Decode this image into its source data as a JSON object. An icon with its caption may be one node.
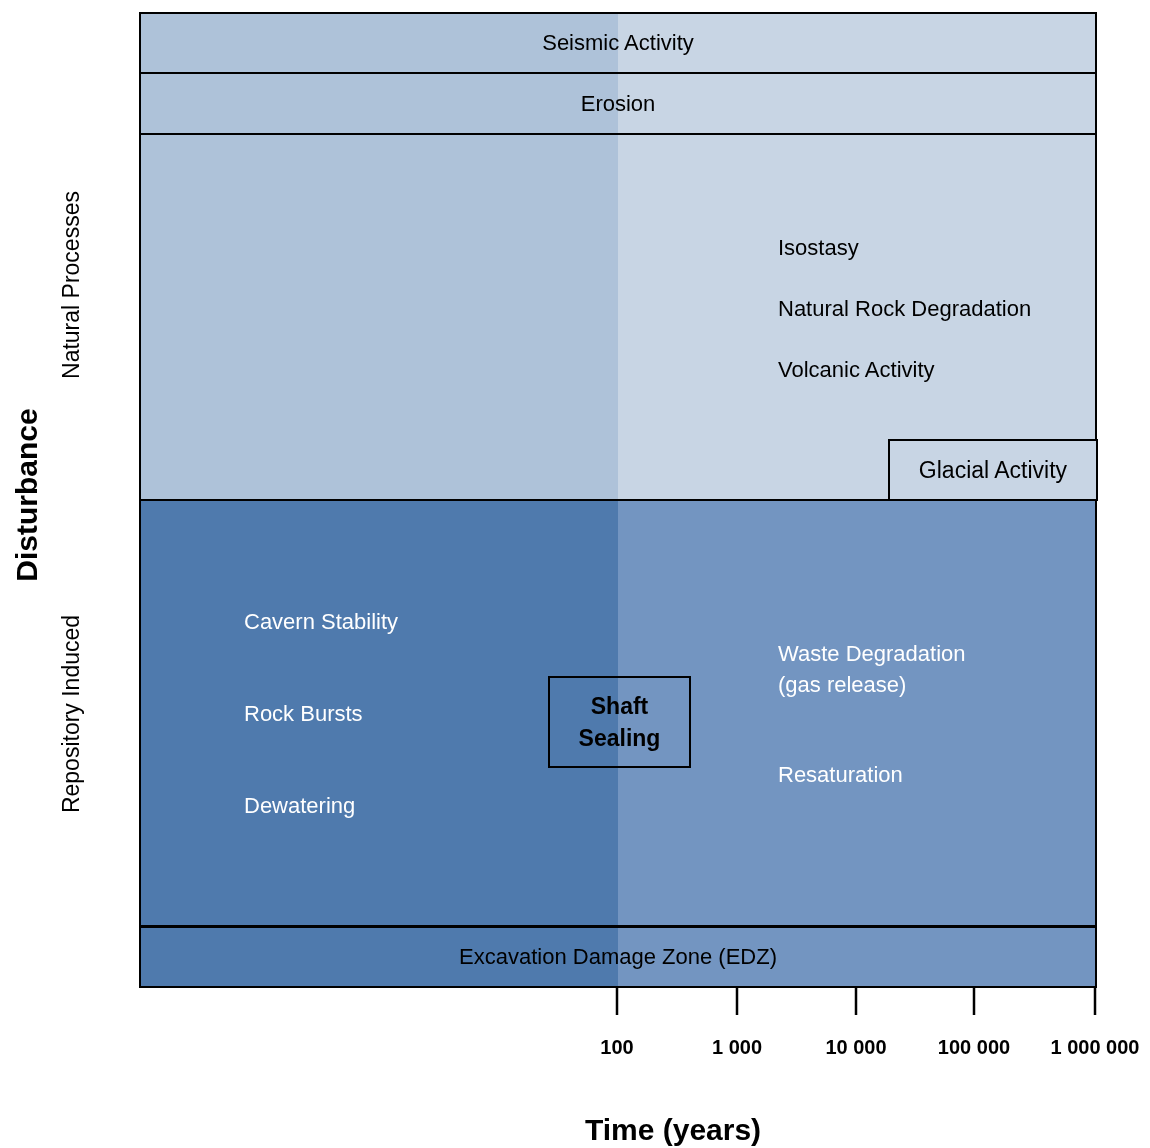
{
  "diagram": {
    "nodes": [
      {
        "text": [
          "Seismic Activity"
        ]
      },
      {
        "text": [
          "Erosion"
        ]
      },
      {
        "text": [
          "Natural Processes",
          "Isostasy",
          "Natural Rock Degradation",
          "Volcanic Activity"
        ]
      },
      {
        "text": [
          "Glacial Activity"
        ],
        "in": 2
      },
      {
        "text": [
          "Repository Induced",
          "Cavern Stability",
          "Rock Bursts",
          "Dewatering",
          "Waste Degradation (gas release)",
          "Resaturation"
        ]
      },
      {
        "text": [
          "Shaft Sealing"
        ],
        "in": 4
      },
      {
        "text": [
          "Excavation Damage Zone (EDZ)"
        ]
      }
    ],
    "edges": [],
    "labels": [
      "Disturbance",
      "100",
      "1 000",
      "10 000",
      "100 000",
      "1 000 000",
      "Time (years)"
    ]
  }
}
